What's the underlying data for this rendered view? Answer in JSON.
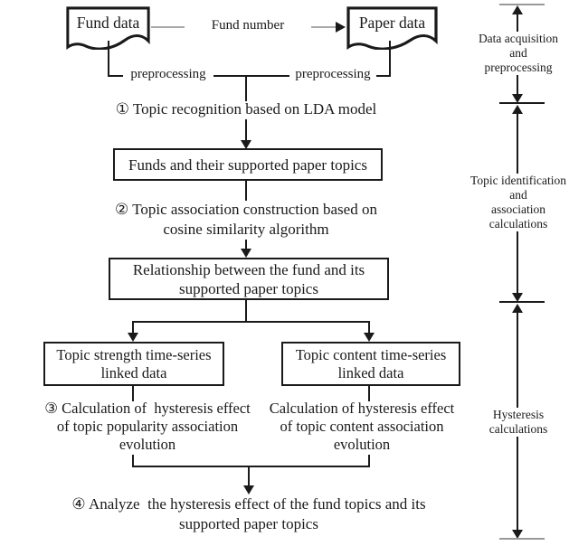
{
  "flow": {
    "fund_data": "Fund data",
    "paper_data": "Paper data",
    "fund_number": "Fund number",
    "preprocessing_left": "preprocessing",
    "preprocessing_right": "preprocessing",
    "step1": "① Topic recognition based on LDA model",
    "box_funds": "Funds and their supported paper topics",
    "step2": [
      "② Topic association construction based on",
      "cosine similarity algorithm"
    ],
    "box_relationship": [
      "Relationship between the fund and its",
      "supported paper topics"
    ],
    "box_strength": [
      "Topic strength time-series",
      "linked data"
    ],
    "box_content": [
      "Topic content time-series",
      "linked data"
    ],
    "step3_left": [
      "③ Calculation of  hysteresis effect",
      "of topic popularity association",
      "evolution"
    ],
    "step3_right": [
      "Calculation of hysteresis effect",
      "of topic content association",
      "evolution"
    ],
    "step4": [
      "④ Analyze  the hysteresis effect of the fund topics and its",
      "supported paper topics"
    ]
  },
  "phases": {
    "phase1": [
      "Data acquisition",
      "and",
      "preprocessing"
    ],
    "phase2": [
      "Topic identification",
      "and",
      "association",
      "calculations"
    ],
    "phase3": [
      "Hysteresis",
      "calculations"
    ]
  },
  "colors": {
    "line": "#1a1a1a",
    "connector_gray": "#aaaaaa",
    "tick_gray": "#999999",
    "background": "#ffffff"
  }
}
